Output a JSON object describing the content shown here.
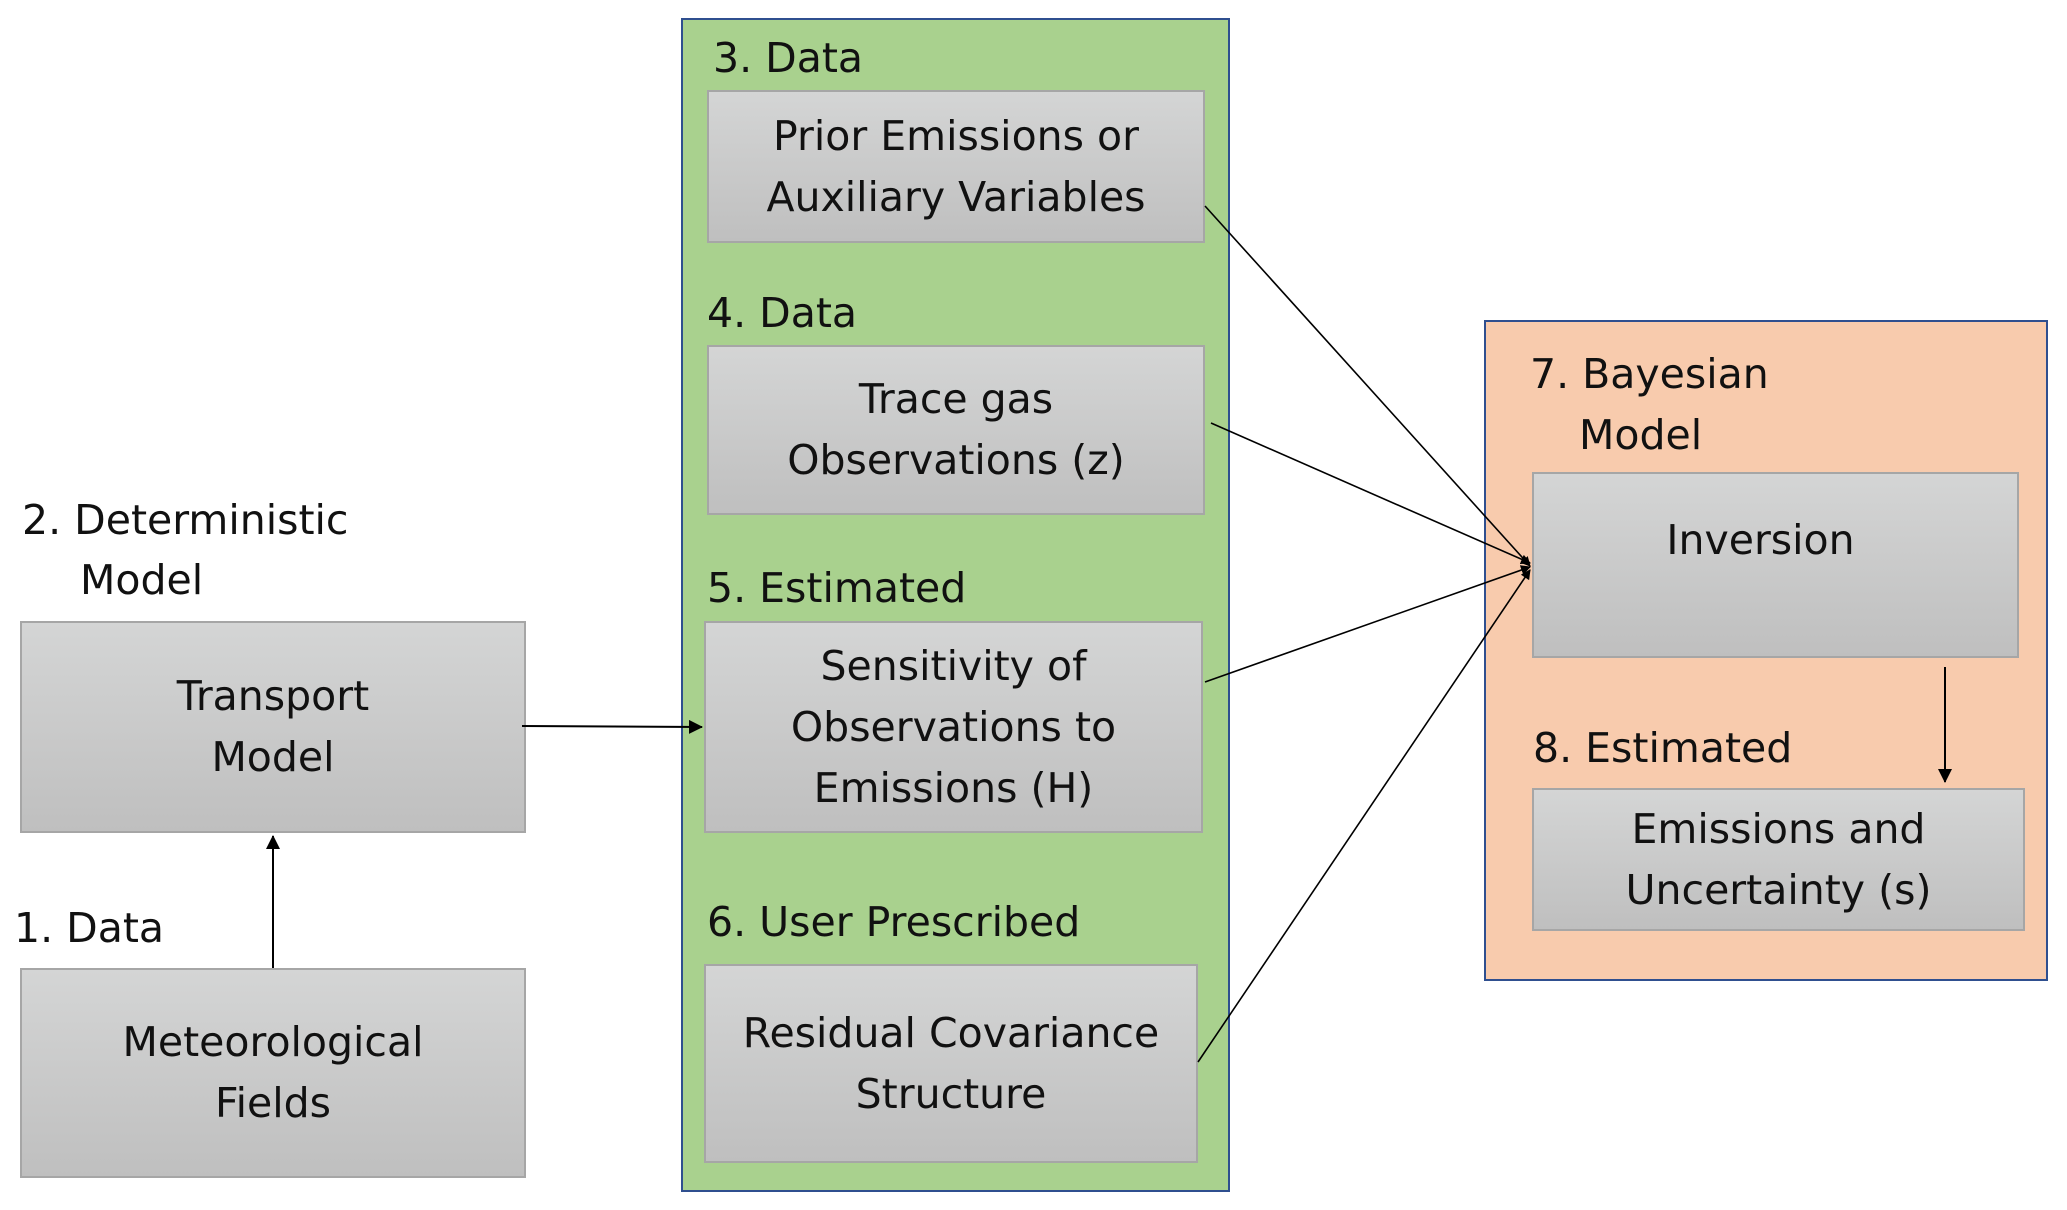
{
  "nodes": {
    "met": {
      "step": "1. Data",
      "text": [
        "Meteorological",
        "Fields"
      ]
    },
    "transport": {
      "step_line1": "2. Deterministic",
      "step_line2": "Model",
      "text": [
        "Transport",
        "Model"
      ]
    },
    "prior": {
      "step": "3. Data",
      "text": [
        "Prior Emissions or",
        "Auxiliary Variables"
      ]
    },
    "trace": {
      "step": "4. Data",
      "text": [
        "Trace gas",
        "Observations (z)"
      ]
    },
    "sensitivity": {
      "step": "5. Estimated",
      "text": [
        "Sensitivity of",
        "Observations to",
        "Emissions (H)"
      ]
    },
    "residual": {
      "step": "6. User Prescribed",
      "text": [
        "Residual Covariance",
        "Structure"
      ]
    },
    "inversion": {
      "step_line1": "7. Bayesian",
      "step_line2": "Model",
      "text": [
        "Inversion"
      ]
    },
    "emissions": {
      "step": "8. Estimated",
      "text": [
        "Emissions and",
        "Uncertainty (s)"
      ]
    }
  },
  "edges": [
    {
      "from": "met",
      "to": "transport"
    },
    {
      "from": "transport",
      "to": "sensitivity"
    },
    {
      "from": "prior",
      "to": "inversion"
    },
    {
      "from": "trace",
      "to": "inversion"
    },
    {
      "from": "sensitivity",
      "to": "inversion"
    },
    {
      "from": "residual",
      "to": "inversion"
    },
    {
      "from": "inversion",
      "to": "emissions"
    }
  ],
  "colors": {
    "data_panel": "#a9d18e",
    "bayesian_panel": "#f8cbad",
    "panel_border": "#2f4f8f",
    "box_fill": "#c9c9c9"
  }
}
